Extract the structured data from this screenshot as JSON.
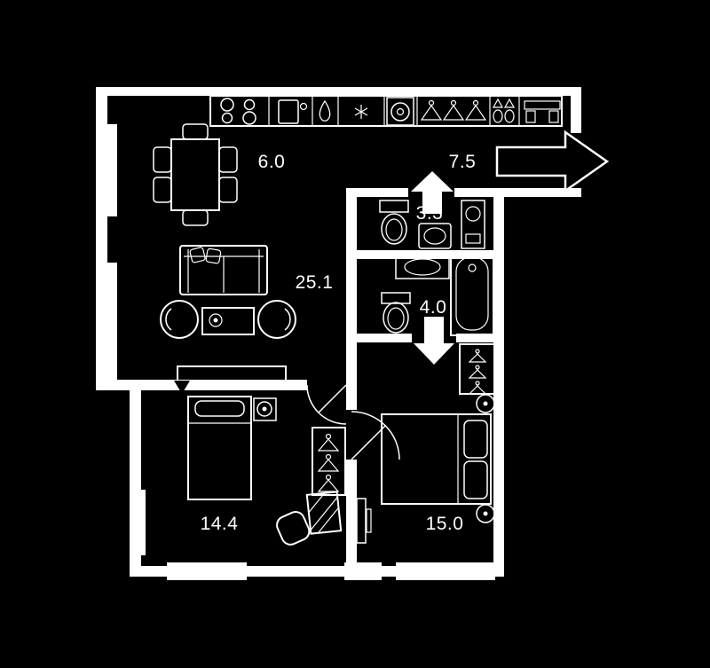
{
  "floorplan": {
    "colors": {
      "background": "#000000",
      "lines": "#ffffff"
    },
    "rooms": {
      "kitchen_dining": {
        "area": "6.0"
      },
      "hallway": {
        "area": "7.5"
      },
      "toilet": {
        "area": "3.3"
      },
      "living_room": {
        "area": "25.1"
      },
      "bathroom": {
        "area": "4.0"
      },
      "bedroom_left": {
        "area": "14.4"
      },
      "bedroom_right": {
        "area": "15.0"
      }
    },
    "icons": [
      "stove-burners-icon",
      "kitchen-sink-icon",
      "water-drop-icon",
      "snowflake-icon",
      "washing-machine-icon",
      "coat-hanger-icon",
      "shoes-icon",
      "bench-icon",
      "entrance-arrow-icon",
      "door-arrow-icon",
      "door-swing-icon"
    ]
  }
}
